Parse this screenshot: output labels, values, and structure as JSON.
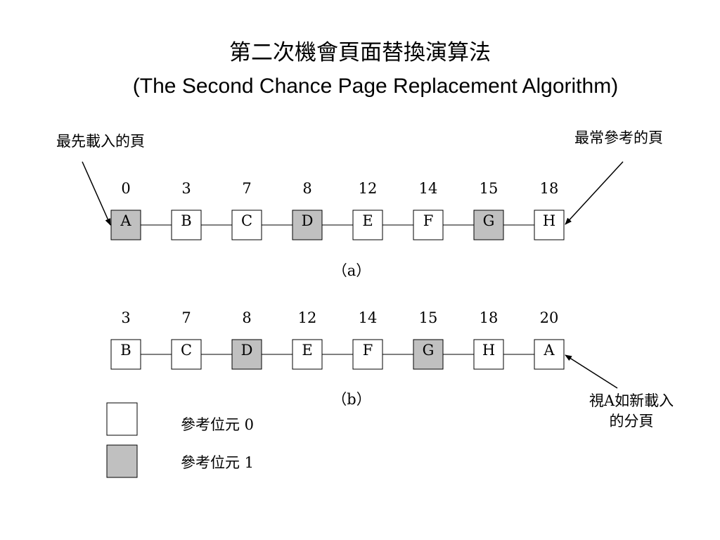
{
  "title": {
    "chinese": "第二次機會頁面替換演算法",
    "english": "(The Second Chance Page Replacement Algorithm)"
  },
  "labels": {
    "first_loaded": "最先載入的頁",
    "most_referenced": "最常參考的頁",
    "treat_as_new_line1": "視A如新載入",
    "treat_as_new_line2": "的分頁"
  },
  "diagrams": [
    {
      "caption": "（a）",
      "pages": [
        {
          "time": "0",
          "name": "A",
          "ref_bit": 1
        },
        {
          "time": "3",
          "name": "B",
          "ref_bit": 0
        },
        {
          "time": "7",
          "name": "C",
          "ref_bit": 0
        },
        {
          "time": "8",
          "name": "D",
          "ref_bit": 1
        },
        {
          "time": "12",
          "name": "E",
          "ref_bit": 0
        },
        {
          "time": "14",
          "name": "F",
          "ref_bit": 0
        },
        {
          "time": "15",
          "name": "G",
          "ref_bit": 1
        },
        {
          "time": "18",
          "name": "H",
          "ref_bit": 0
        }
      ]
    },
    {
      "caption": "（b）",
      "pages": [
        {
          "time": "3",
          "name": "B",
          "ref_bit": 0
        },
        {
          "time": "7",
          "name": "C",
          "ref_bit": 0
        },
        {
          "time": "8",
          "name": "D",
          "ref_bit": 1
        },
        {
          "time": "12",
          "name": "E",
          "ref_bit": 0
        },
        {
          "time": "14",
          "name": "F",
          "ref_bit": 0
        },
        {
          "time": "15",
          "name": "G",
          "ref_bit": 1
        },
        {
          "time": "18",
          "name": "H",
          "ref_bit": 0
        },
        {
          "time": "20",
          "name": "A",
          "ref_bit": 0
        }
      ]
    }
  ],
  "legend": [
    {
      "label": "參考位元 0",
      "ref_bit": 0
    },
    {
      "label": "參考位元 1",
      "ref_bit": 1
    }
  ],
  "colors": {
    "ref_bit_0": "#ffffff",
    "ref_bit_1": "#c0c0c0",
    "stroke": "#000000"
  }
}
